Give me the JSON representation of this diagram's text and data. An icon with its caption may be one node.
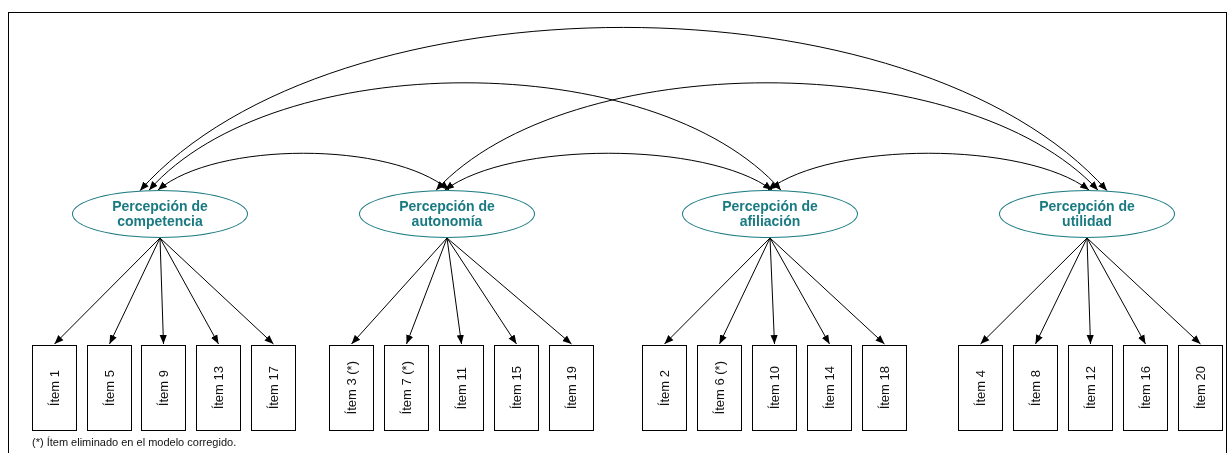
{
  "diagram": {
    "nodes": [
      {
        "text": [
          "Percepción de competencia"
        ]
      },
      {
        "text": [
          "Percepción de autonomía"
        ]
      },
      {
        "text": [
          "Percepción de afiliación"
        ]
      },
      {
        "text": [
          "Percepción de utilidad"
        ]
      },
      {
        "text": [
          "Ítem 1"
        ]
      },
      {
        "text": [
          "Ítem 5"
        ]
      },
      {
        "text": [
          "Ítem 9"
        ]
      },
      {
        "text": [
          "Ítem 13"
        ]
      },
      {
        "text": [
          "Ítem 17"
        ]
      },
      {
        "text": [
          "Ítem 3 (*)"
        ]
      },
      {
        "text": [
          "Ítem 7 (*)"
        ]
      },
      {
        "text": [
          "Ítem 11"
        ]
      },
      {
        "text": [
          "Ítem 15"
        ]
      },
      {
        "text": [
          "Ítem 19"
        ]
      },
      {
        "text": [
          "Ítem 2"
        ]
      },
      {
        "text": [
          "Ítem 6 (*)"
        ]
      },
      {
        "text": [
          "Ítem 10"
        ]
      },
      {
        "text": [
          "Ítem 14"
        ]
      },
      {
        "text": [
          "Ítem 18"
        ]
      },
      {
        "text": [
          "Ítem 4"
        ]
      },
      {
        "text": [
          "Ítem 8"
        ]
      },
      {
        "text": [
          "Ítem 12"
        ]
      },
      {
        "text": [
          "Ítem 16"
        ]
      },
      {
        "text": [
          "Ítem 20"
        ]
      }
    ],
    "edges": [
      {
        "from": 0,
        "to": 1,
        "arrow": "both"
      },
      {
        "from": 1,
        "to": 2,
        "arrow": "both"
      },
      {
        "from": 2,
        "to": 3,
        "arrow": "both"
      },
      {
        "from": 0,
        "to": 2,
        "arrow": "both"
      },
      {
        "from": 1,
        "to": 3,
        "arrow": "both"
      },
      {
        "from": 0,
        "to": 3,
        "arrow": "both"
      },
      {
        "from": 0,
        "to": 4,
        "arrow": "to"
      },
      {
        "from": 0,
        "to": 5,
        "arrow": "to"
      },
      {
        "from": 0,
        "to": 6,
        "arrow": "to"
      },
      {
        "from": 0,
        "to": 7,
        "arrow": "to"
      },
      {
        "from": 0,
        "to": 8,
        "arrow": "to"
      },
      {
        "from": 1,
        "to": 9,
        "arrow": "to"
      },
      {
        "from": 1,
        "to": 10,
        "arrow": "to"
      },
      {
        "from": 1,
        "to": 11,
        "arrow": "to"
      },
      {
        "from": 1,
        "to": 12,
        "arrow": "to"
      },
      {
        "from": 1,
        "to": 13,
        "arrow": "to"
      },
      {
        "from": 2,
        "to": 14,
        "arrow": "to"
      },
      {
        "from": 2,
        "to": 15,
        "arrow": "to"
      },
      {
        "from": 2,
        "to": 16,
        "arrow": "to"
      },
      {
        "from": 2,
        "to": 17,
        "arrow": "to"
      },
      {
        "from": 2,
        "to": 18,
        "arrow": "to"
      },
      {
        "from": 3,
        "to": 19,
        "arrow": "to"
      },
      {
        "from": 3,
        "to": 20,
        "arrow": "to"
      },
      {
        "from": 3,
        "to": 21,
        "arrow": "to"
      },
      {
        "from": 3,
        "to": 22,
        "arrow": "to"
      },
      {
        "from": 3,
        "to": 23,
        "arrow": "to"
      }
    ],
    "labels": [
      "(*) Ítem eliminado en el modelo corregido."
    ]
  }
}
